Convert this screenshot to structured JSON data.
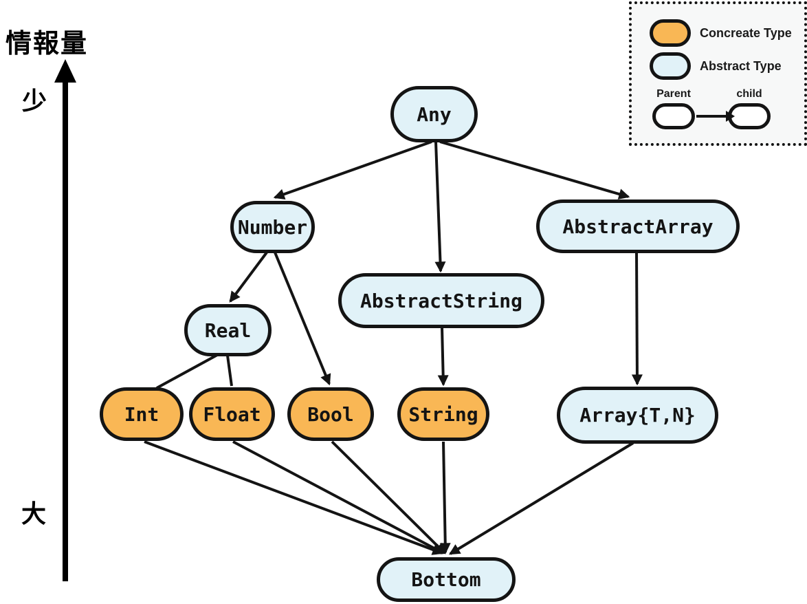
{
  "axis": {
    "title": "情報量",
    "top_label": "少",
    "bottom_label": "大"
  },
  "legend": {
    "concrete_label": "Concreate Type",
    "abstract_label": "Abstract Type",
    "parent_label": "Parent",
    "child_label": "child"
  },
  "colors": {
    "concrete": "#F9B755",
    "abstract": "#E1F2F8",
    "edge": "#141414",
    "legend_background": "#F7F8F8"
  },
  "diagram": {
    "nodes": [
      {
        "id": "Any",
        "label": "Any",
        "type": "abstract"
      },
      {
        "id": "Number",
        "label": "Number",
        "type": "abstract"
      },
      {
        "id": "AbstractString",
        "label": "AbstractString",
        "type": "abstract"
      },
      {
        "id": "AbstractArray",
        "label": "AbstractArray",
        "type": "abstract"
      },
      {
        "id": "Real",
        "label": "Real",
        "type": "abstract"
      },
      {
        "id": "Int",
        "label": "Int",
        "type": "concrete"
      },
      {
        "id": "Float",
        "label": "Float",
        "type": "concrete"
      },
      {
        "id": "Bool",
        "label": "Bool",
        "type": "concrete"
      },
      {
        "id": "String",
        "label": "String",
        "type": "concrete"
      },
      {
        "id": "ArrayTN",
        "label": "Array{T,N}",
        "type": "abstract"
      },
      {
        "id": "Bottom",
        "label": "Bottom",
        "type": "abstract"
      }
    ],
    "edges": [
      {
        "from": "Any",
        "to": "Number",
        "arrow": true
      },
      {
        "from": "Any",
        "to": "AbstractString",
        "arrow": true
      },
      {
        "from": "Any",
        "to": "AbstractArray",
        "arrow": true
      },
      {
        "from": "Number",
        "to": "Real",
        "arrow": true
      },
      {
        "from": "Number",
        "to": "Bool",
        "arrow": true
      },
      {
        "from": "Real",
        "to": "Int",
        "arrow": false
      },
      {
        "from": "Real",
        "to": "Float",
        "arrow": false
      },
      {
        "from": "AbstractString",
        "to": "String",
        "arrow": true
      },
      {
        "from": "AbstractArray",
        "to": "ArrayTN",
        "arrow": true
      },
      {
        "from": "Int",
        "to": "Bottom",
        "arrow": true
      },
      {
        "from": "Float",
        "to": "Bottom",
        "arrow": true
      },
      {
        "from": "Bool",
        "to": "Bottom",
        "arrow": true
      },
      {
        "from": "String",
        "to": "Bottom",
        "arrow": true
      },
      {
        "from": "ArrayTN",
        "to": "Bottom",
        "arrow": true
      }
    ]
  }
}
